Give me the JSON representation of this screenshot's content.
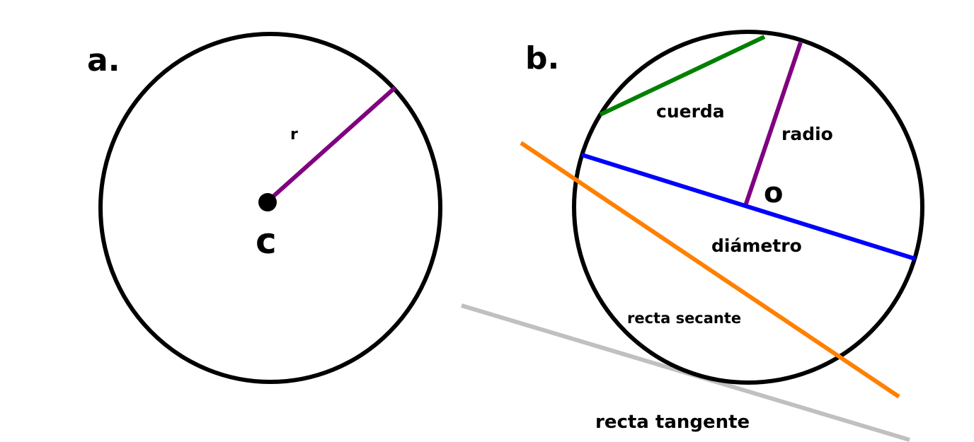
{
  "panel_a": {
    "label": "a.",
    "radius_label": "r",
    "center_label": "C"
  },
  "panel_b": {
    "label": "b.",
    "chord_label": "cuerda",
    "radius_label": "radio",
    "center_label": "O",
    "diameter_label": "diámetro",
    "secant_label": "recta secante",
    "tangent_label": "recta tangente"
  },
  "colors": {
    "circle": "#000000",
    "radius": "#800080",
    "chord": "#008000",
    "diameter": "#0000ff",
    "secant": "#ff8000",
    "tangent": "#c0c0c0"
  }
}
